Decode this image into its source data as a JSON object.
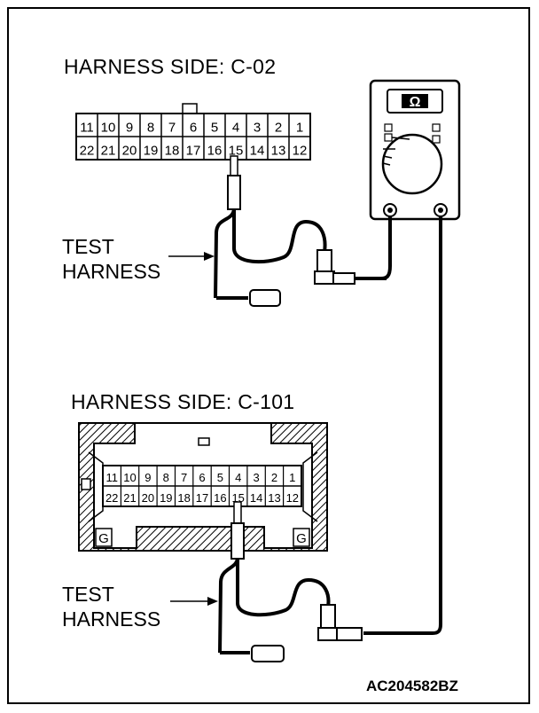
{
  "connector_top": {
    "title": "HARNESS SIDE: C-02",
    "row1": [
      "11",
      "10",
      "9",
      "8",
      "7",
      "6",
      "5",
      "4",
      "3",
      "2",
      "1"
    ],
    "row2": [
      "22",
      "21",
      "20",
      "19",
      "18",
      "17",
      "16",
      "15",
      "14",
      "13",
      "12"
    ]
  },
  "connector_bottom": {
    "title": "HARNESS SIDE: C-101",
    "row1": [
      "11",
      "10",
      "9",
      "8",
      "7",
      "6",
      "5",
      "4",
      "3",
      "2",
      "1"
    ],
    "row2": [
      "22",
      "21",
      "20",
      "19",
      "18",
      "17",
      "16",
      "15",
      "14",
      "13",
      "12"
    ],
    "ground_mark": "G"
  },
  "test_harness_label": [
    "TEST",
    "HARNESS"
  ],
  "meter": {
    "symbol": "Ω"
  },
  "figure_code": "AC204582BZ"
}
